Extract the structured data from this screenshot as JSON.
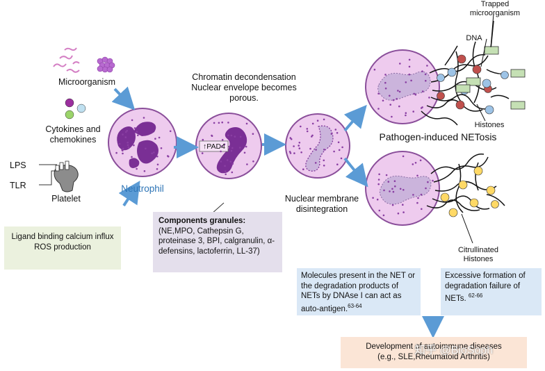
{
  "colors": {
    "cell_fill": "#eecbee",
    "cell_border": "#8a4e9a",
    "nucleus": "#7a2f95",
    "decondensed": "#cbb4dc",
    "arrow": "#5b9bd5",
    "neutrophil_label": "#2e75b6",
    "dna_strand": "#111111",
    "histone_red": "#c0504d",
    "histone_blue": "#9dc3e6",
    "citrullinated": "#ffd966",
    "microorganism_box": "#c5e0b4",
    "box_green": "#ebf1de",
    "box_lavender": "#e4dfec",
    "box_blue": "#dae8f6",
    "box_peach": "#fbe5d6"
  },
  "labels": {
    "microorganism": "Microorganism",
    "cytokines": "Cytokines and chemokines",
    "lps": "LPS",
    "tlr": "TLR",
    "platelet": "Platelet",
    "neutrophil": "Neutrophil",
    "chromatin": "Chromatin decondensation Nuclear envelope becomes porous.",
    "pad4": "↑PAD4",
    "nuclear_membrane": "Nuclear membrane disintegration",
    "pathogen_netosis": "Pathogen-induced NETosis",
    "trapped": "Trapped microorganism",
    "dna": "DNA",
    "histones": "Histones",
    "citrullinated": "Citrullinated Histones"
  },
  "boxes": {
    "ligand": "Ligand binding calcium influx ROS production",
    "granules_title": "Components granules:",
    "granules_body": "(NE,MPO, Cathepsin G, proteinase 3, BPI, calgranulin, α-defensins, lactoferrin, LL-37)",
    "molecules": "Molecules present in the NET or the degradation products of NETs by DNAse I can act as auto-antigen.",
    "molecules_ref": "63-64",
    "excessive": "Excessive formation of degradation failure of NETs.",
    "excessive_ref": "62-66",
    "development": "Development of autoimmune diseases",
    "development_examples": "(e.g., SLE,Rheumatoid Arthritis)"
  },
  "watermark": "知乎 @BioSoph"
}
